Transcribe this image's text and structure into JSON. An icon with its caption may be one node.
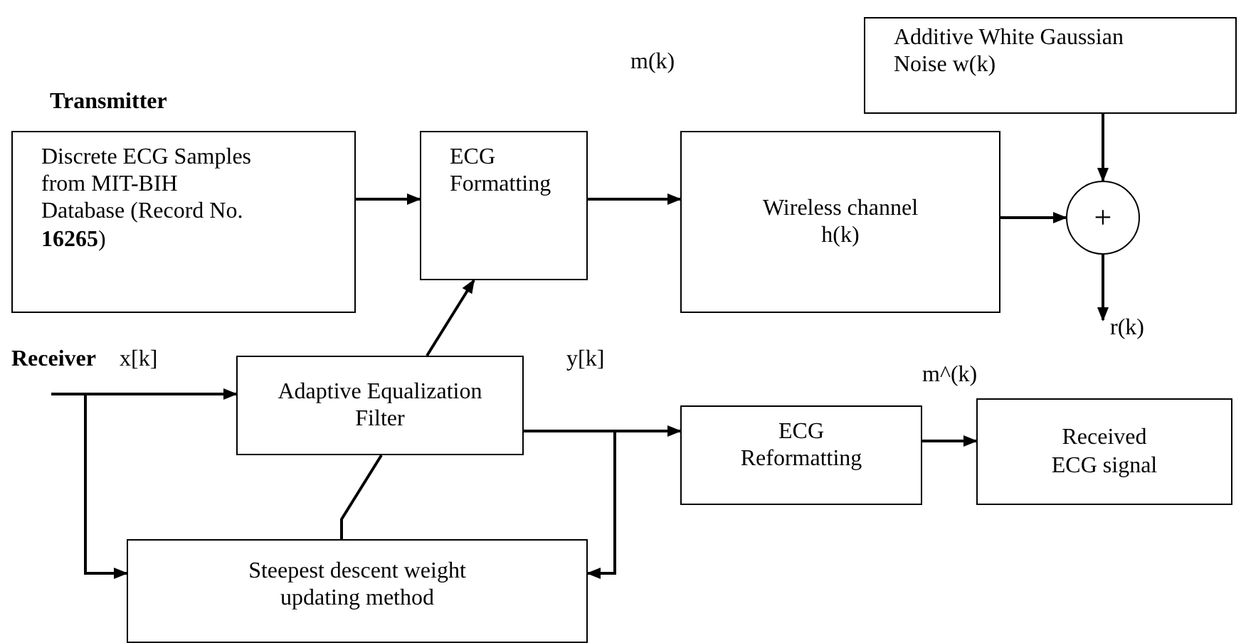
{
  "diagram": {
    "nodes": [
      {
        "text": [
          "Discrete ECG Samples from MIT-BIH Database (Record No. **16265**)"
        ]
      },
      {
        "text": [
          "ECG Formatting"
        ]
      },
      {
        "text": [
          "Wireless channel h(k)"
        ]
      },
      {
        "text": [
          "Additive White Gaussian Noise w(k)"
        ]
      },
      {
        "text": [
          "+"
        ]
      },
      {
        "text": [
          "Adaptive Equalization Filter"
        ]
      },
      {
        "text": [
          "ECG Reformatting"
        ]
      },
      {
        "text": [
          "Received ECG signal"
        ]
      },
      {
        "text": [
          "Steepest descent weight updating method"
        ]
      },
      {
        "text": [
          "r(k)"
        ]
      }
    ],
    "edges": [
      {
        "from": 0,
        "to": 1,
        "arrow": "to"
      },
      {
        "from": 1,
        "to": 2,
        "arrow": "to"
      },
      {
        "from": 2,
        "to": 4,
        "arrow": "to"
      },
      {
        "from": 3,
        "to": 4,
        "arrow": "to"
      },
      {
        "from": 4,
        "to": 9,
        "arrow": "to"
      },
      {
        "from": null,
        "to": 5,
        "arrow": "to"
      },
      {
        "from": null,
        "to": 8,
        "arrow": "to"
      },
      {
        "from": 5,
        "to": 6,
        "arrow": "to"
      },
      {
        "from": 5,
        "to": 8,
        "arrow": "to"
      },
      {
        "from": 8,
        "to": 5,
        "arrow": "none"
      },
      {
        "from": 5,
        "to": 1,
        "arrow": "to"
      },
      {
        "from": 6,
        "to": 7,
        "arrow": "to"
      }
    ],
    "labels": [
      "Transmitter",
      "m(k)",
      "Receiver",
      "x[k]",
      "y[k]",
      "m^(k)"
    ]
  }
}
